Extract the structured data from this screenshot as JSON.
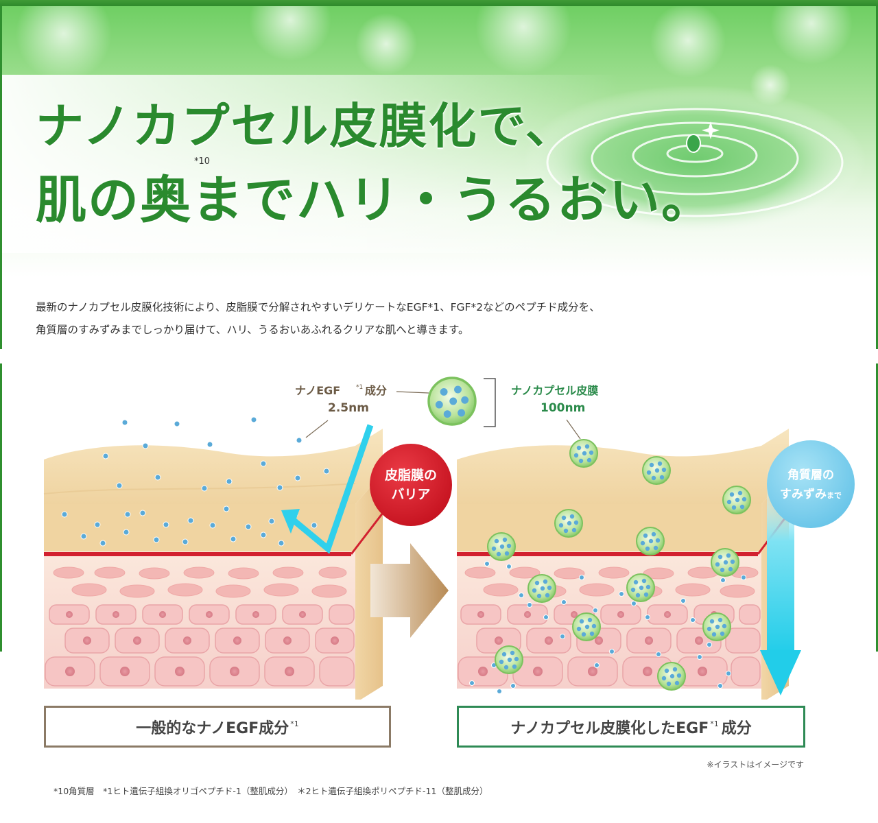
{
  "headline": {
    "line1": "ナノカプセル皮膜化で、",
    "line2": "肌の奥までハリ・うるおい。",
    "footnote_mark": "*10"
  },
  "description": {
    "line1": "最新のナノカプセル皮膜化技術により、皮脂膜で分解されやすいデリケートなEGF*1、FGF*2などのペプチド成分を、",
    "line2": "角質層のすみずみまでしっかり届けて、ハリ、うるおいあふれるクリアな肌へと導きます。"
  },
  "diagram": {
    "nano_egf_label": "ナノEGF",
    "nano_egf_sup": "*1",
    "nano_egf_suffix": "成分",
    "nano_egf_size": "2.5nm",
    "capsule_label": "ナノカプセル皮膜",
    "capsule_size": "100nm",
    "barrier_badge_line1": "皮脂膜の",
    "barrier_badge_line2": "バリア",
    "depth_badge_line1": "角質層の",
    "depth_badge_line2a": "すみずみ",
    "depth_badge_line2b": "まで"
  },
  "captions": {
    "left_main": "一般的なナノEGF成分",
    "left_sup": "*1",
    "right_main": "ナノカプセル皮膜化したEGF",
    "right_sup": "*1",
    "right_suffix": "成分"
  },
  "note": "※イラストはイメージです",
  "footnotes": "*10角質層　*1ヒト遺伝子組換オリゴペプチド-1（整肌成分）　＊2ヒト遺伝子組換ポリペプチド-11（整肌成分）",
  "colors": {
    "brand_green": "#2a8a2e",
    "barrier_red": "#d2202f",
    "arrow_cyan": "#2fd0ec",
    "skin_cream": "#f3d9a8"
  }
}
